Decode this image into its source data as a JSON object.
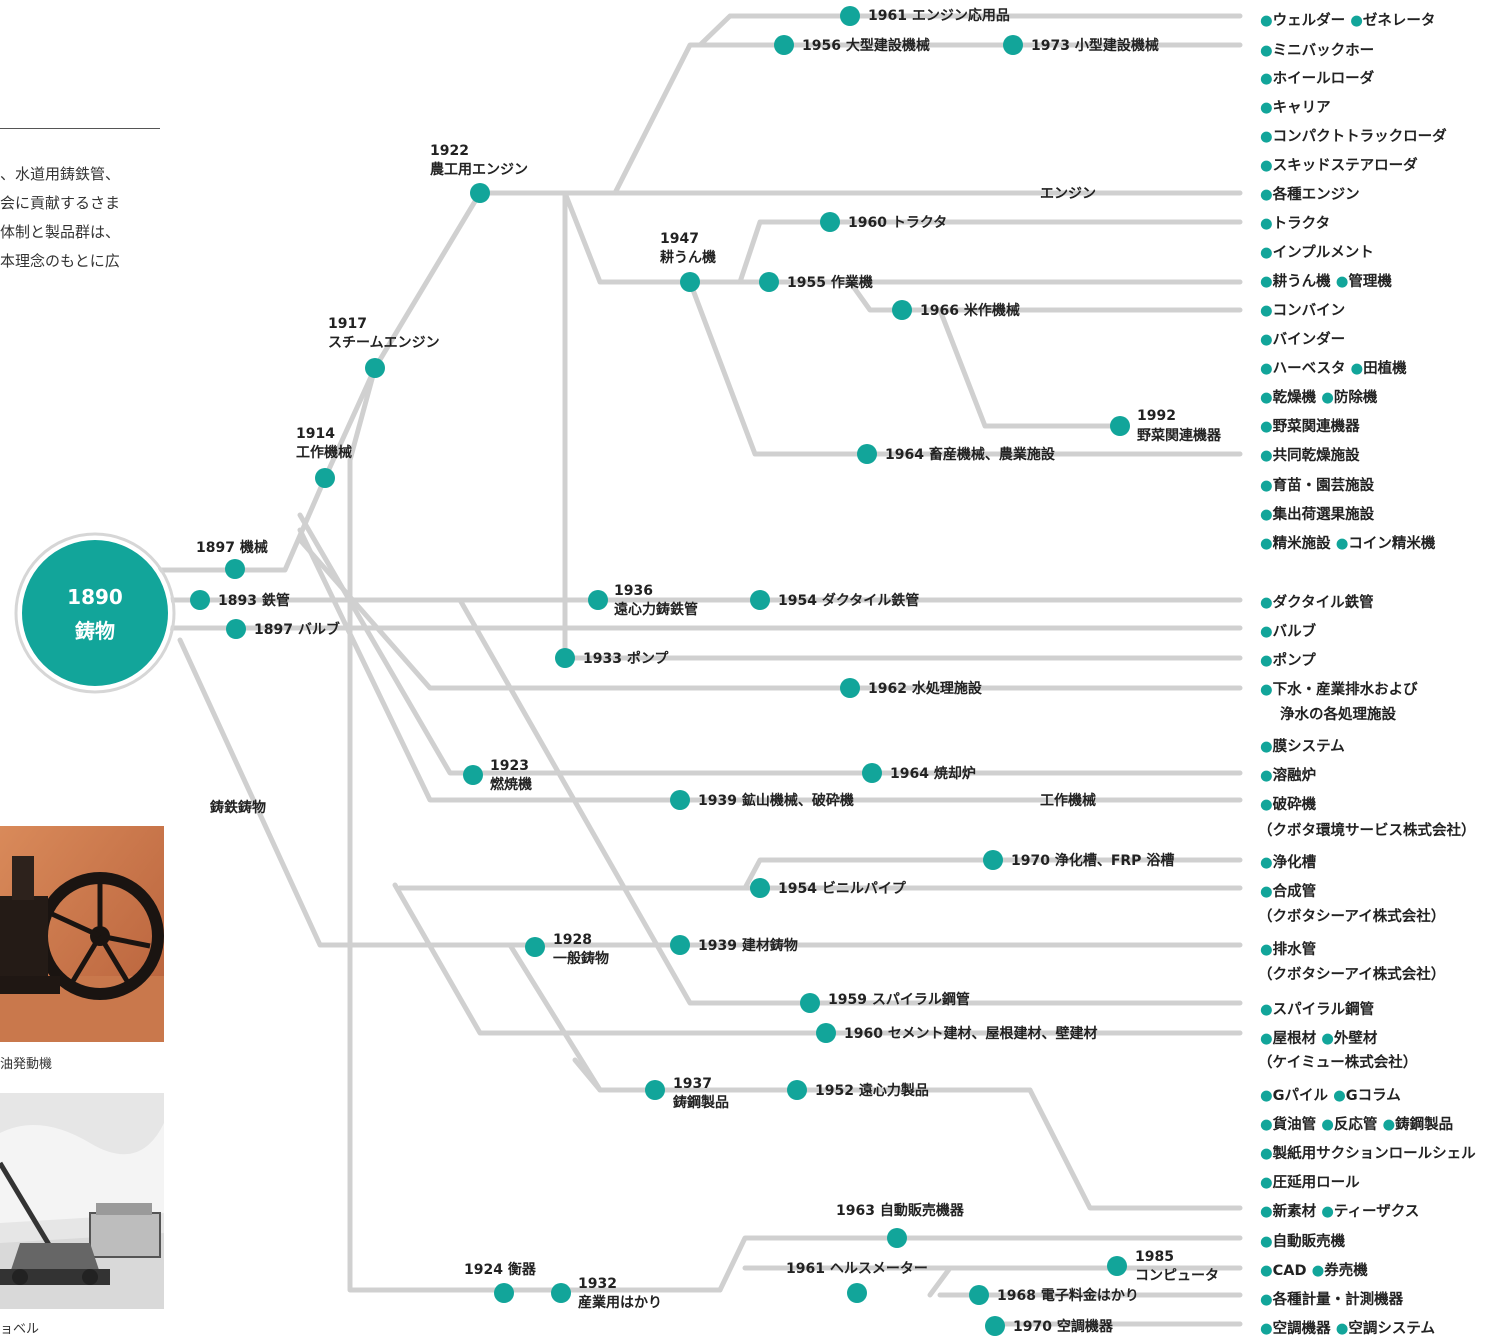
{
  "intro": {
    "lines": [
      "、水道用鋳鉄管、",
      "会に貢献するさま",
      "体制と製品群は、",
      "本理念のもとに広"
    ]
  },
  "root": {
    "year": "1890",
    "label": "鋳物"
  },
  "photos": [
    {
      "caption": "油発動機"
    },
    {
      "caption": "ョベル"
    }
  ],
  "labels": {
    "n1897kikai": "1897 機械",
    "n1893": "1893 鉄管",
    "n1897valve": "1897 バルブ",
    "chutetsu": "鋳鉄鋳物",
    "n1914y": "1914",
    "n1914t": "工作機械",
    "n1917y": "1917",
    "n1917t": "スチームエンジン",
    "n1922y": "1922",
    "n1922t": "農工用エンジン",
    "n1961eng": "1961 エンジン応用品",
    "n1956": "1956 大型建設機械",
    "n1973": "1973 小型建設機械",
    "engine": "エンジン",
    "n1947y": "1947",
    "n1947t": "耕うん機",
    "n1960tr": "1960 トラクタ",
    "n1955": "1955 作業機",
    "n1966": "1966 米作機械",
    "n1992y": "1992",
    "n1992t": "野菜関連機器",
    "n1964chiku": "1964 畜産機械、農業施設",
    "n1936y": "1936",
    "n1936t": "遠心力鋳鉄管",
    "n1954duct": "1954 ダクタイル鉄管",
    "n1933": "1933 ポンプ",
    "n1962": "1962 水処理施設",
    "n1923y": "1923",
    "n1923t": "燃焼機",
    "n1964incin": "1964 焼却炉",
    "n1939mine": "1939 鉱山機械、破砕機",
    "kosaku": "工作機械",
    "n1970jouka": "1970 浄化槽、FRP 浴槽",
    "n1954vinyl": "1954 ビニルパイプ",
    "n1928y": "1928",
    "n1928t": "一般鋳物",
    "n1939kenzai": "1939 建材鋳物",
    "n1959": "1959 スパイラル鋼管",
    "n1960cement": "1960 セメント建材、屋根建材、壁建材",
    "n1937y": "1937",
    "n1937t": "鋳鋼製品",
    "n1952": "1952 遠心力製品",
    "n1963": "1963 自動販売機器",
    "n1924": "1924 衡器",
    "n1932y": "1932",
    "n1932t": "産業用はかり",
    "n1961health": "1961 ヘルスメーター",
    "n1985y": "1985",
    "n1985t": "コンピュータ",
    "n1968": "1968 電子料金はかり",
    "n1970aircon": "1970 空調機器"
  },
  "products": [
    "●ウェルダー ●ゼネレータ",
    "●ミニバックホー",
    "●ホイールローダ",
    "●キャリア",
    "●コンパクトトラックローダ",
    "●スキッドステアローダ",
    "●各種エンジン",
    "●トラクタ",
    "●インプルメント",
    "●耕うん機 ●管理機",
    "●コンバイン",
    "●バインダー",
    "●ハーベスタ ●田植機",
    "●乾燥機 ●防除機",
    "●野菜関連機器",
    "●共同乾燥施設",
    "●育苗・園芸施設",
    "●集出荷選果施設",
    "●精米施設 ●コイン精米機",
    "●ダクタイル鉄管",
    "●バルブ",
    "●ポンプ",
    "●下水・産業排水および",
    "浄水の各処理施設",
    "●膜システム",
    "●溶融炉",
    "●破砕機",
    "（クボタ環境サービス株式会社）",
    "●浄化槽",
    "●合成管",
    "（クボタシーアイ株式会社）",
    "●排水管",
    "（クボタシーアイ株式会社）",
    "●スパイラル鋼管",
    "●屋根材 ●外壁材",
    "（ケイミュー株式会社）",
    "●Gパイル ●Gコラム",
    "●貨油管 ●反応管 ●鋳鋼製品",
    "●製紙用サクションロールシェル",
    "●圧延用ロール",
    "●新素材 ●ティーザクス",
    "●自動販売機",
    "●CAD ●券売機",
    "●各種計量・計測機器",
    "●空調機器 ●空調システム"
  ],
  "colors": {
    "teal": "#12a59a",
    "line": "#d0d0d0"
  }
}
